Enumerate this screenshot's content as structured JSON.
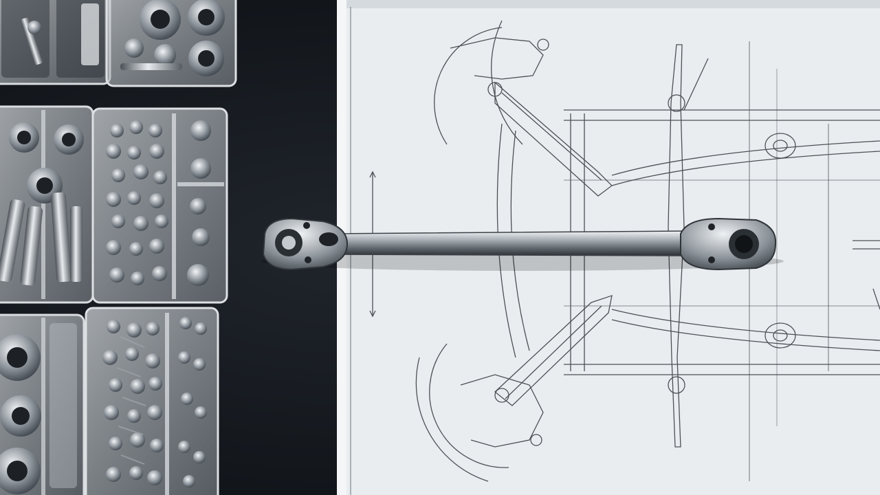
{
  "scene": {
    "palette": {
      "surface": "#15191f",
      "paper": "#eef1f3",
      "ink": "#2b3036",
      "tray": "#c9ced3",
      "metal": "#9aa1a8"
    },
    "objects": [
      "organizer-tray",
      "hardware-parts",
      "ratchet-wrench",
      "chassis-blueprint"
    ]
  }
}
